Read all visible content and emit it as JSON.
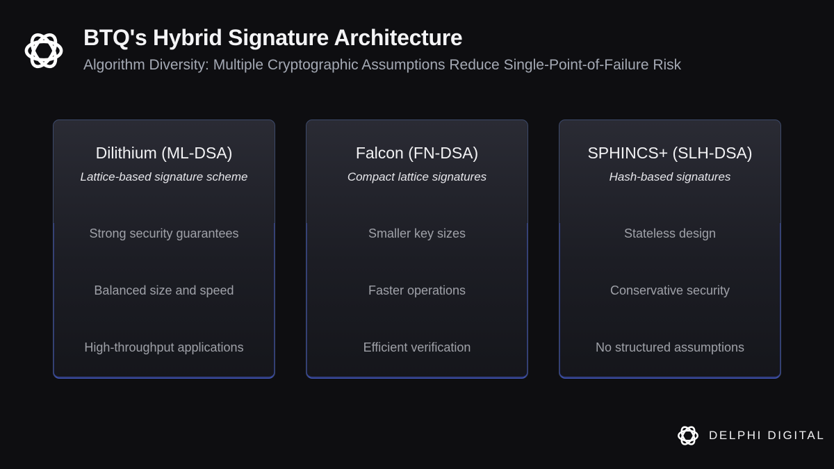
{
  "header": {
    "title": "BTQ's Hybrid Signature Architecture",
    "subtitle": "Algorithm Diversity: Multiple Cryptographic Assumptions Reduce Single-Point-of-Failure Risk",
    "logo_icon": "knot-logo-icon"
  },
  "cards": [
    {
      "title": "Dilithium (ML-DSA)",
      "subtitle": "Lattice-based signature scheme",
      "features": [
        "Strong security guarantees",
        "Balanced size and speed",
        "High-throughput applications"
      ]
    },
    {
      "title": "Falcon (FN-DSA)",
      "subtitle": "Compact lattice signatures",
      "features": [
        "Smaller key sizes",
        "Faster operations",
        "Efficient verification"
      ]
    },
    {
      "title": "SPHINCS+ (SLH-DSA)",
      "subtitle": "Hash-based signatures",
      "features": [
        "Stateless design",
        "Conservative security",
        "No structured assumptions"
      ]
    }
  ],
  "brand": {
    "name": "DELPHI DIGITAL"
  },
  "colors": {
    "background": "#0e0e11",
    "card_border_accent": "#3b5bd6",
    "title_text": "#f4f4f6",
    "subtitle_text": "#a4a9b4",
    "feature_text": "#9fa1a8"
  }
}
